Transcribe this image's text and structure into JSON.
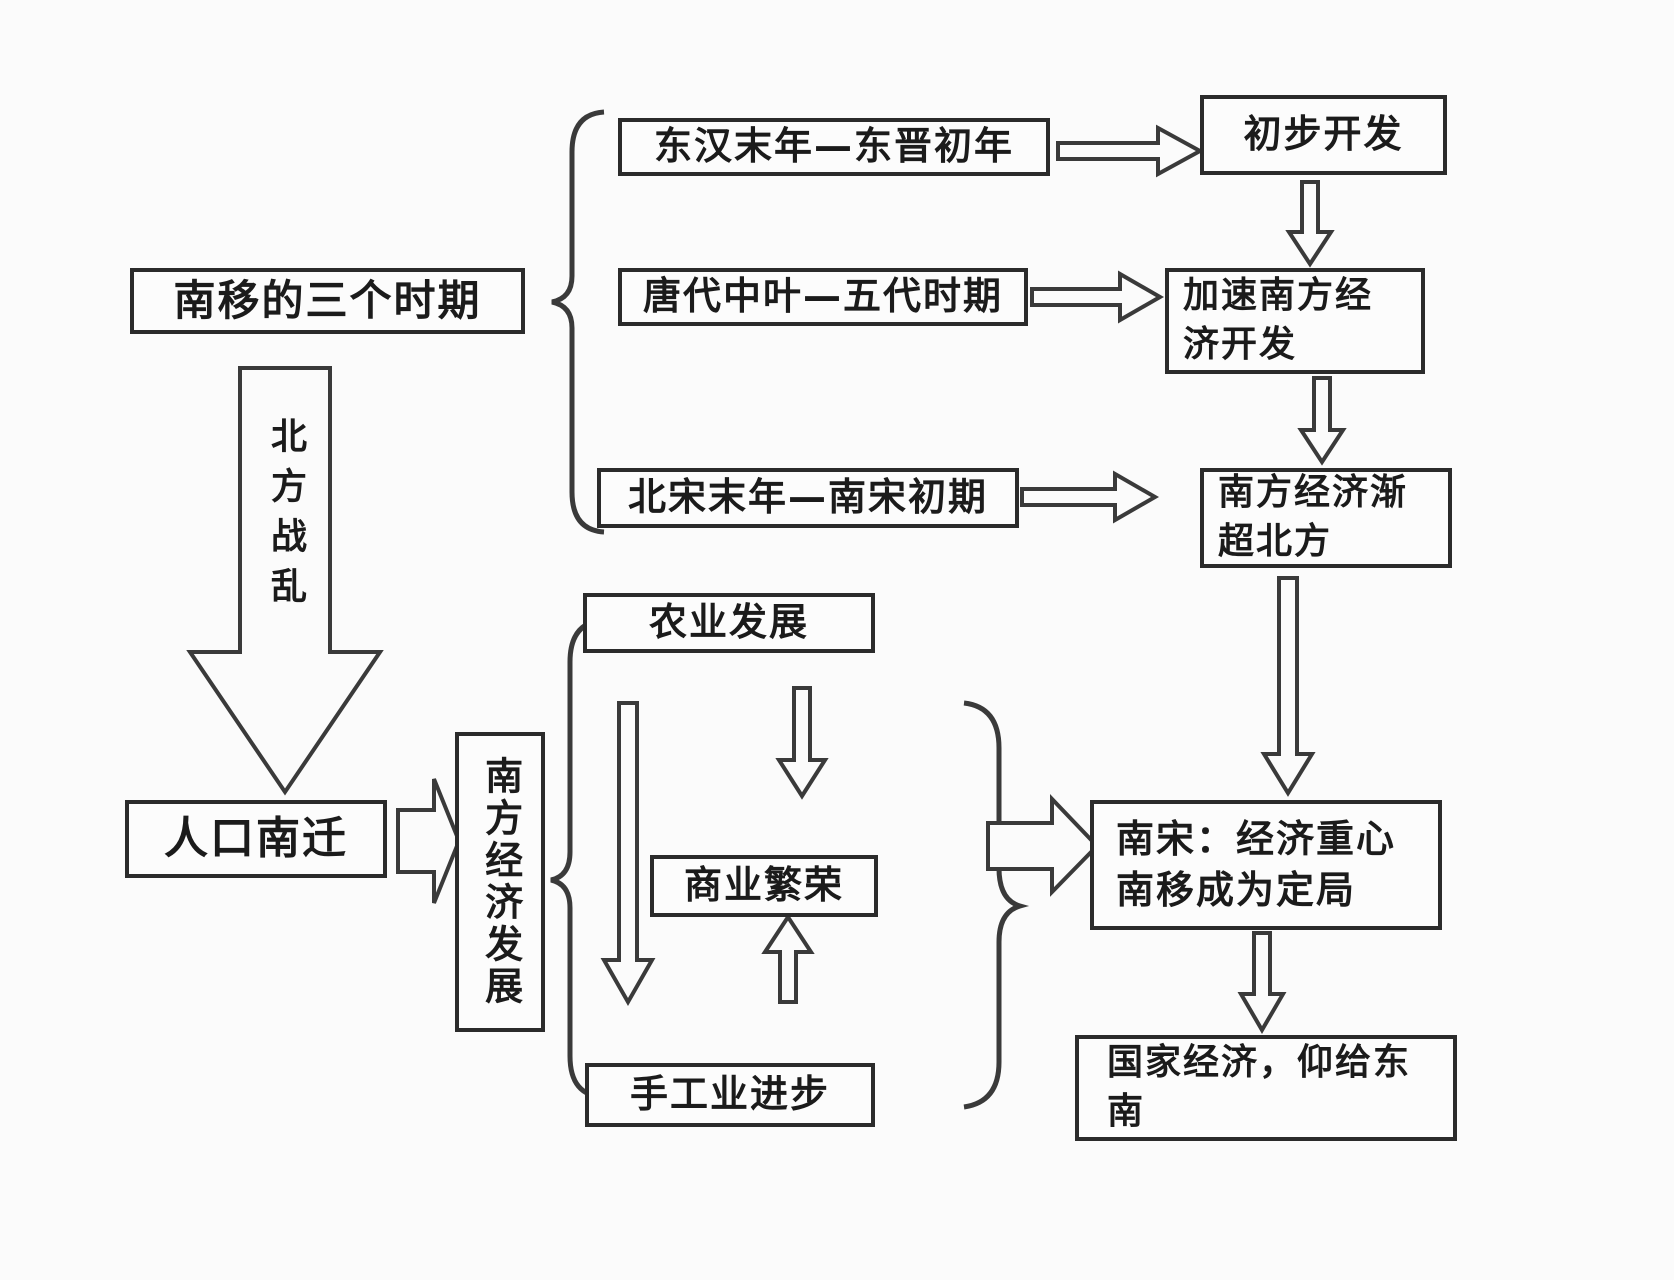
{
  "diagram": {
    "title_box": "南移的三个时期",
    "periods": [
      {
        "label": "东汉末年—东晋初年",
        "result": "初步开发"
      },
      {
        "label": "唐代中叶—五代时期",
        "result": "加速南方经济开发"
      },
      {
        "label": "北宋末年—南宋初期",
        "result": "南方经济渐超北方"
      }
    ],
    "north_war_arrow": "北方战乱",
    "migration_box": "人口南迁",
    "south_econ_box": "南方经济发展",
    "developments": [
      "农业发展",
      "商业繁荣",
      "手工业进步"
    ],
    "final_box": "南宋：经济重心南移成为定局",
    "national_box": "国家经济，仰给东南",
    "colors": {
      "line": "#3a3a3a",
      "border": "#2b2b2b",
      "text": "#1b1b1b",
      "background": "#fbfbfb"
    }
  }
}
